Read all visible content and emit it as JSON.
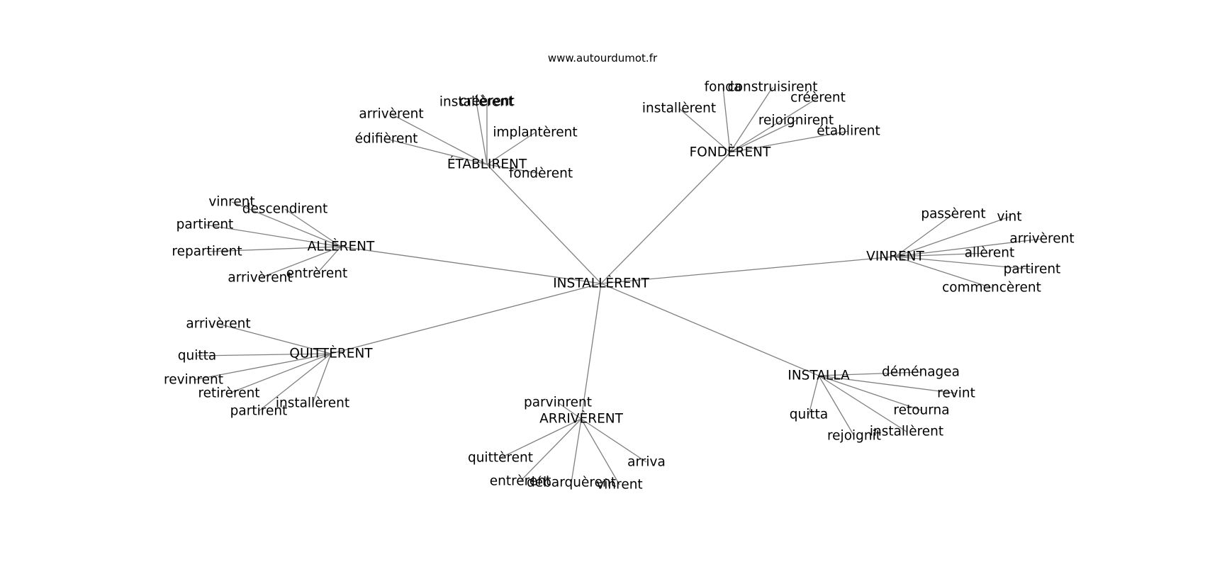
{
  "source_label": "www.autourdumot.fr",
  "graph": {
    "center": "INSTALLÈRENT",
    "groups": [
      {
        "label": "ÉTABLIRENT",
        "leaves": [
          "arrivèrent",
          "installèrent",
          "créèrent",
          "implantèrent",
          "édifièrent",
          "fondèrent"
        ]
      },
      {
        "label": "FONDÈRENT",
        "leaves": [
          "fonda",
          "construisirent",
          "installèrent",
          "créèrent",
          "rejoignirent",
          "établirent"
        ]
      },
      {
        "label": "ALLÈRENT",
        "leaves": [
          "vinrent",
          "descendirent",
          "partirent",
          "repartirent",
          "arrivèrent",
          "entrèrent"
        ]
      },
      {
        "label": "VINRENT",
        "leaves": [
          "passèrent",
          "vint",
          "arrivèrent",
          "allèrent",
          "partirent",
          "commencèrent"
        ]
      },
      {
        "label": "QUITTÈRENT",
        "leaves": [
          "arrivèrent",
          "quitta",
          "revinrent",
          "retirèrent",
          "partirent",
          "installèrent"
        ]
      },
      {
        "label": "ARRIVÈRENT",
        "leaves": [
          "parvinrent",
          "quittèrent",
          "entrèrent",
          "débarquèrent",
          "vinrent",
          "arriva"
        ]
      },
      {
        "label": "INSTALLA",
        "leaves": [
          "déménagea",
          "revint",
          "retourna",
          "quitta",
          "rejoignit",
          "installèrent"
        ]
      }
    ]
  }
}
